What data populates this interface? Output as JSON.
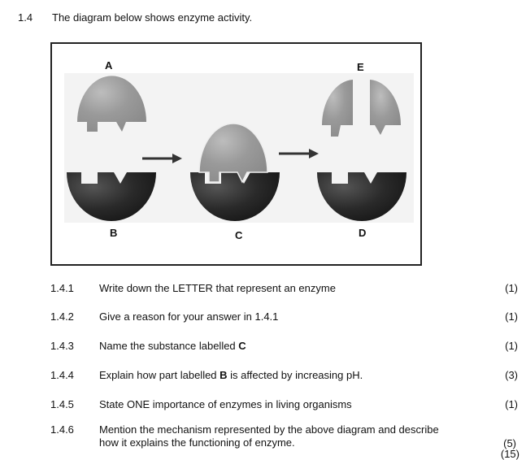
{
  "section": {
    "number": "1.4",
    "intro": "The diagram below shows enzyme activity."
  },
  "diagram": {
    "labels": {
      "A": "A",
      "B": "B",
      "C": "C",
      "D": "D",
      "E": "E"
    }
  },
  "questions": [
    {
      "number": "1.4.1",
      "text": "Write down the LETTER that represent an enzyme",
      "marks": "(1)"
    },
    {
      "number": "1.4.2",
      "text": "Give a reason for your answer in 1.4.1",
      "marks": "(1)"
    },
    {
      "number": "1.4.3",
      "text_before": "Name the substance labelled ",
      "bold": "C",
      "text_after": "",
      "marks": "(1)"
    },
    {
      "number": "1.4.4",
      "text_before": "Explain how part labelled ",
      "bold": "B",
      "text_after": " is affected by increasing pH.",
      "marks": "(3)"
    },
    {
      "number": "1.4.5",
      "text": "State ONE importance of enzymes in living organisms",
      "marks": "(1)"
    },
    {
      "number": "1.4.6",
      "line1": "Mention the mechanism represented by the above diagram and describe",
      "line2": "how it explains the functioning of enzyme.",
      "marks": "(5)"
    }
  ],
  "total": "(15)"
}
